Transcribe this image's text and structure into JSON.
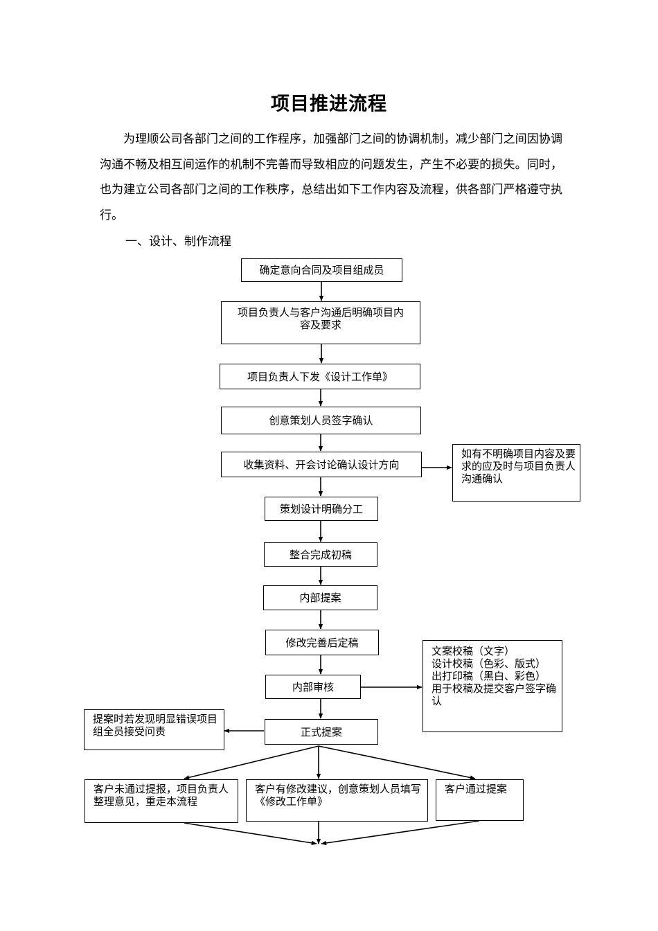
{
  "document": {
    "title": "项目推进流程",
    "intro": "为理顺公司各部门之间的工作程序，加强部门之间的协调机制，减少部门之间因协调沟通不畅及相互间运作的机制不完善而导致相应的问题发生，产生不必要的损失。同时，也为建立公司各部门之间的工作秩序，总结出如下工作内容及流程，供各部门严格遵守执行。",
    "section_heading": "一、设计、制作流程"
  },
  "flowchart": {
    "steps": [
      "确定意向合同及项目组成员",
      "项目负责人与客户沟通后明确项目内容及要求",
      "项目负责人下发《设计工作单》",
      "创意策划人员签字确认",
      "收集资料、开会讨论确认设计方向",
      "策划设计明确分工",
      "整合完成初稿",
      "内部提案",
      "修改完善后定稿",
      "内部审核",
      "正式提案"
    ],
    "notes": {
      "discussion_note": "如有不明确项目内容及要求的应及时与项目负责人沟通确认",
      "review_note": "文案校稿（文字）\n设计校稿（色彩、版式）\n出打印稿（黑白、彩色）\n用于校稿及提交客户签字确认",
      "proposal_note": "提案时若发现明显错误项目组全员接受问责"
    },
    "outcomes": [
      "客户未通过提报，项目负责人整理意见，重走本流程",
      "客户有修改建议，创意策划人员填写《修改工作单》",
      "客户通过提案"
    ]
  }
}
